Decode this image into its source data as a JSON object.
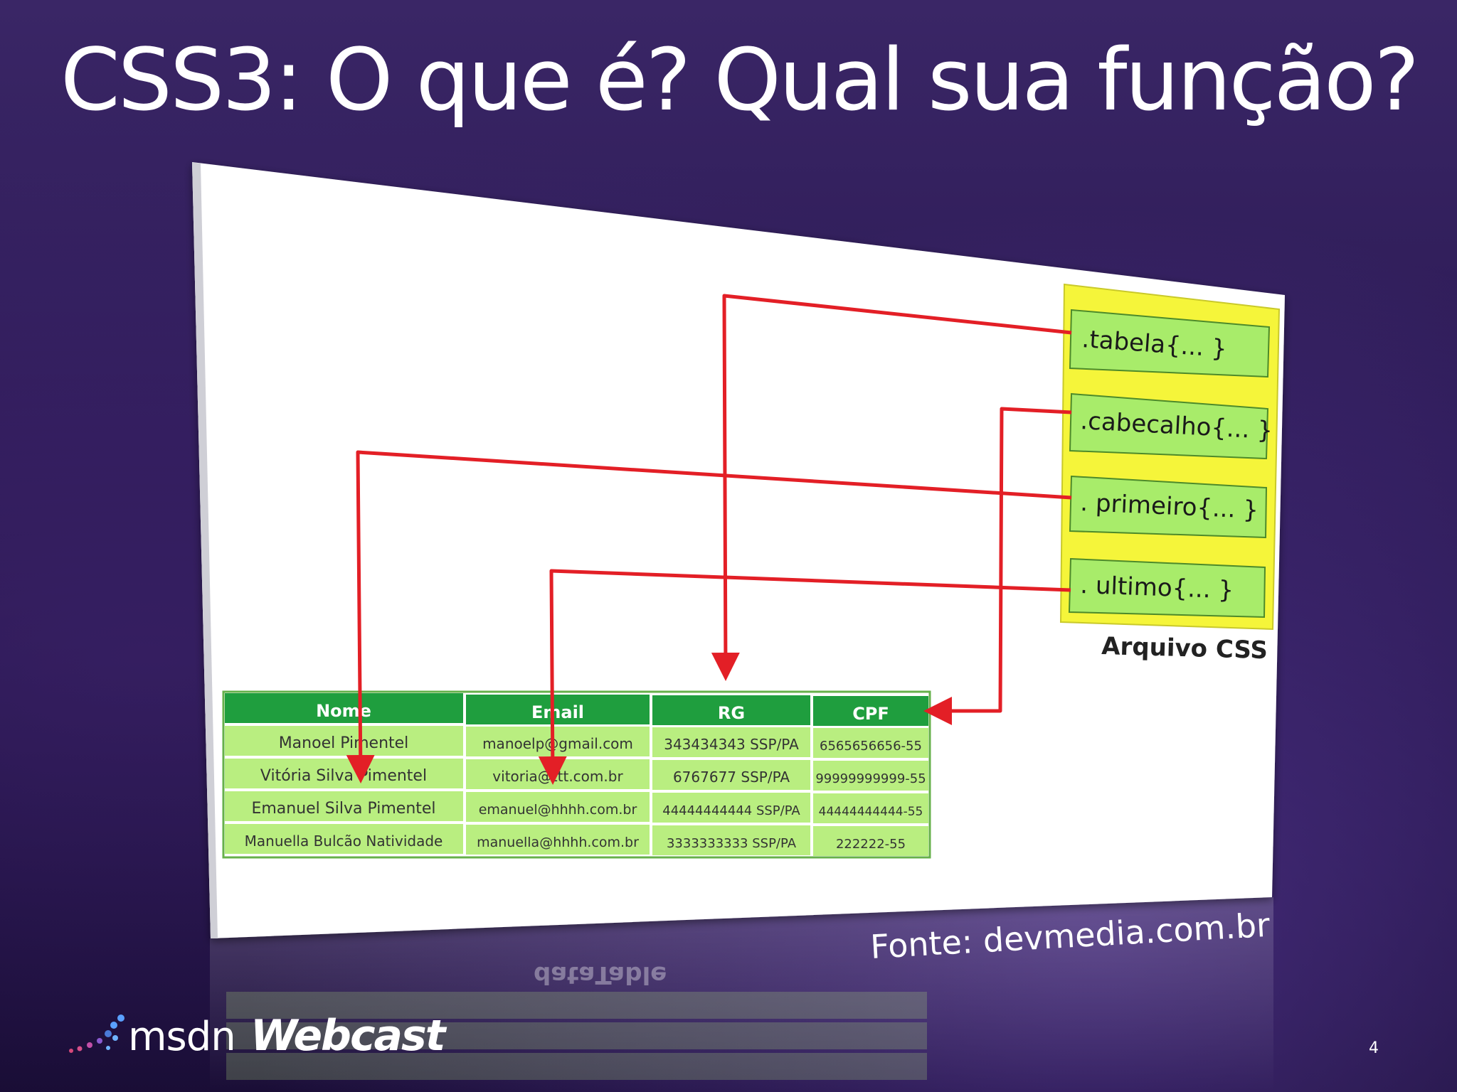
{
  "slide": {
    "title": "CSS3: O que é? Qual sua função?",
    "source_credit": "Fonte: devmedia.com.br",
    "page_number": "4"
  },
  "logo": {
    "brand": "msdn",
    "product": "Webcast"
  },
  "diagram": {
    "css_file_label": "Arquivo CSS",
    "selectors": [
      ".tabela{... }",
      ".cabecalho{... }",
      ". primeiro{... }",
      ". ultimo{... }"
    ],
    "reflection_text": "dataTable",
    "table": {
      "headers": [
        "Nome",
        "Email",
        "RG",
        "CPF"
      ],
      "rows": [
        [
          "Manoel Pimentel",
          "manoelp@gmail.com",
          "343434343 SSP/PA",
          "6565656656-55"
        ],
        [
          "Vitória Silva Pimentel",
          "vitoria@ttt.com.br",
          "6767677 SSP/PA",
          "99999999999-55"
        ],
        [
          "Emanuel Silva Pimentel",
          "emanuel@hhhh.com.br",
          "44444444444 SSP/PA",
          "44444444444-55"
        ],
        [
          "Manuella Bulcão Natividade",
          "manuella@hhhh.com.br",
          "3333333333 SSP/PA",
          "222222-55"
        ]
      ]
    },
    "colors": {
      "css_box": "#f5f53a",
      "selector_box": "#a8ec6a",
      "table_header": "#1f9e3e",
      "table_cell": "#b9ee80",
      "arrow": "#e31f26"
    }
  }
}
